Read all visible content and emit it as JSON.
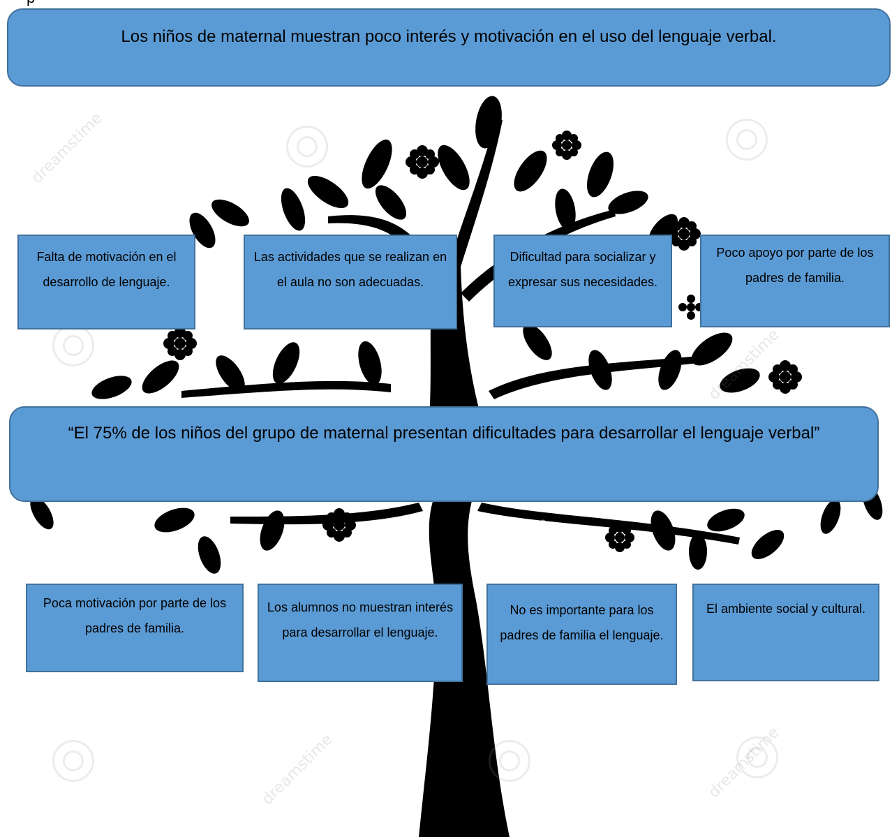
{
  "top_fragment": "p",
  "problem": "Los niños de maternal muestran poco interés y motivación en el uso del lenguaje verbal.",
  "causes": [
    "Falta de motivación en el desarrollo de lenguaje.",
    "Las actividades que se realizan en el aula no son adecuadas.",
    "Dificultad para socializar y expresar sus necesidades.",
    "Poco apoyo por parte de los padres de familia."
  ],
  "statement": "“El 75% de los niños del grupo de maternal presentan dificultades para desarrollar el lenguaje verbal”",
  "roots": [
    "Poca motivación por parte de los padres de familia.",
    "Los alumnos no muestran interés para desarrollar el lenguaje.",
    "No es importante para los padres de familia el lenguaje.",
    "El ambiente social y cultural."
  ],
  "watermark": "dreamstime",
  "colors": {
    "box_fill": "#5b9bd5",
    "box_border": "#41719c",
    "tree": "#000000"
  }
}
